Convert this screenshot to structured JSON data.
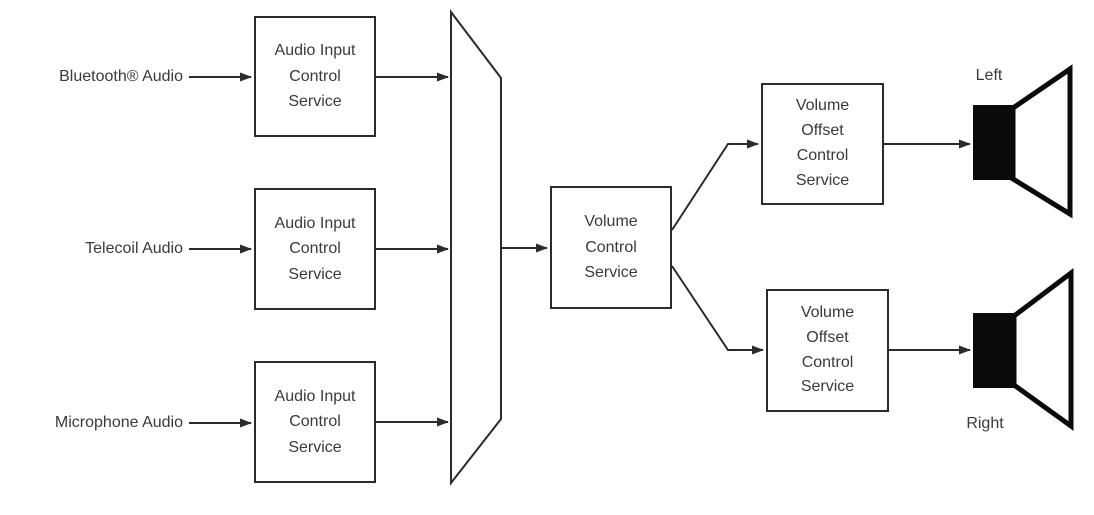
{
  "colors": {
    "ink": "#2b2b2b",
    "text": "#3a3a3a",
    "speaker_fill": "#0a0a0a",
    "box_fill": "#ffffff"
  },
  "sources": [
    {
      "label": "Bluetooth® Audio"
    },
    {
      "label": "Telecoil Audio"
    },
    {
      "label": "Microphone Audio"
    }
  ],
  "services": {
    "audio_input": "Audio Input\nControl\nService",
    "volume_control": "Volume\nControl\nService",
    "volume_offset": "Volume\nOffset\nControl\nService"
  },
  "outputs": {
    "left": "Left",
    "right": "Right"
  },
  "icons": {
    "mixer": "audio-mixer-trapezoid",
    "speaker": "loudspeaker-shape"
  }
}
